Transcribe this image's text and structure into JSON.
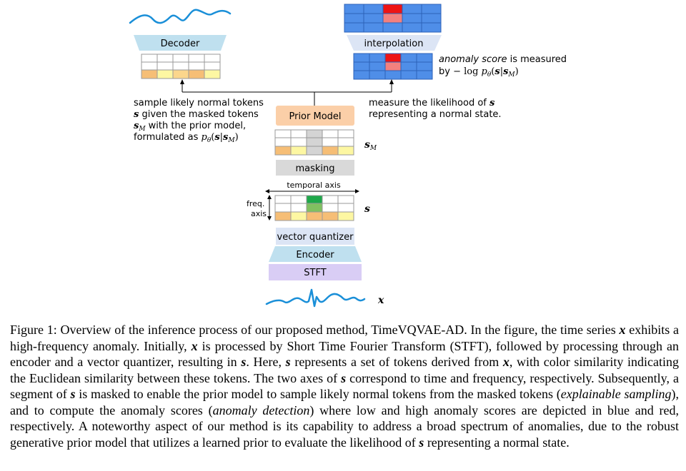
{
  "figure": {
    "decoder_label": "Decoder",
    "interpolation_label": "interpolation",
    "prior_model_label": "Prior Model",
    "masking_label": "masking",
    "vq_label": "vector quantizer",
    "encoder_label": "Encoder",
    "stft_label": "STFT",
    "temporal_axis_label": "temporal axis",
    "freq_axis_label_1": "freq.",
    "freq_axis_label_2": "axis",
    "s_label": "s",
    "sm_label": "s",
    "sm_sub": "M",
    "x_label": "x",
    "left_note": {
      "line1": "sample likely normal tokens",
      "line2_var": "s",
      "line2_rest": " given the masked tokens",
      "line3_var": "s",
      "line3_sub": "M",
      "line3_rest": " with the prior model,",
      "line4_pre": "formulated as ",
      "line4_p": "p",
      "line4_theta": "θ",
      "line4_open": "(",
      "line4_s": "s",
      "line4_bar": "|",
      "line4_sm": "s",
      "line4_sm_sub": "M",
      "line4_close": ")"
    },
    "right_note": {
      "line1_pre": "measure the likelihood of ",
      "line1_var": "s",
      "line2": "representing a normal state."
    },
    "anomaly_note": {
      "line1_italic": "anomaly score",
      "line1_rest": " is measured",
      "line2_pre": "by ",
      "line2_minus": "− log ",
      "line2_p": "p",
      "line2_theta": "θ",
      "line2_open": "(",
      "line2_s": "s",
      "line2_bar": "|",
      "line2_sm": "s",
      "line2_sm_sub": "M",
      "line2_close": ")"
    },
    "colors": {
      "decoder": "#bfe0ef",
      "interpolation": "#dce5f5",
      "prior": "#fbcfa8",
      "masking": "#d9d9d9",
      "vq": "#dce5f5",
      "encoder": "#bfe0ef",
      "stft": "#d9cdf5",
      "wave": "#1a8fd8",
      "token_orange": "#f6be76",
      "token_yellow": "#fdf7a2",
      "token_green_dark": "#1ea84a",
      "token_green_light": "#80c060",
      "masked_grey": "#d4d4d4",
      "score_blue": "#4f8ee8",
      "score_red": "#ee1414",
      "score_pink": "#f3807e"
    }
  },
  "caption": {
    "p1": "Figure 1: Overview of the inference process of our proposed method, TimeVQVAE-AD. In the figure, the time series",
    "p2_var": "x",
    "p2_a": " exhibits a high-frequency anomaly. Initially, ",
    "p2_var2": "x",
    "p2_b": " is processed by Short Time Fourier Transform (STFT), followed by processing through an encoder and a vector quantizer, resulting in ",
    "p2_var3": "s",
    "p2_c": ". Here, ",
    "p2_var4": "s",
    "p2_d": " represents a set of tokens derived from ",
    "p2_var5": "x",
    "p2_e": ", with color similarity indicating the Euclidean similarity between these tokens. The two axes of ",
    "p2_var6": "s",
    "p2_f": " correspond to time and frequency, respectively. Subsequently, a segment of ",
    "p2_var7": "s",
    "p2_g": " is masked to enable the prior model to sample likely normal tokens from the masked tokens (",
    "p2_it1": "explainable sampling",
    "p2_h": "), and to compute the anomaly scores (",
    "p2_it2": "anomaly detection",
    "p2_i": ") where low and high anomaly scores are depicted in blue and red, respectively. A noteworthy aspect of our method is its capability to address a broad spectrum of anomalies, due to the robust generative prior model that utilizes a learned prior to evaluate the likelihood of ",
    "p2_var8": "s",
    "p2_j": " representing a normal state."
  }
}
